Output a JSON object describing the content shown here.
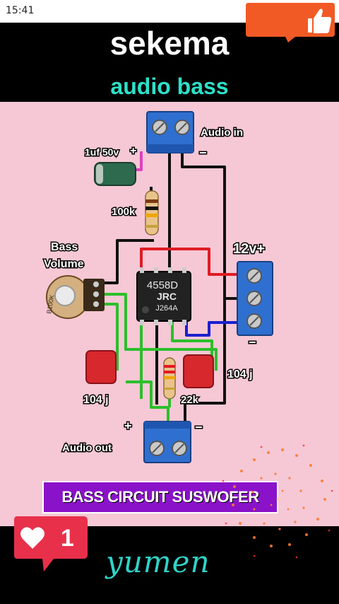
{
  "status_bar": {
    "time": "15:41"
  },
  "header": {
    "title": "sekema",
    "subtitle": "audio bass"
  },
  "diagram": {
    "labels": {
      "audio_in": "Audio in",
      "capacitor": "1uf 50v",
      "resistor_top": "100k",
      "bass_volume_line1": "Bass",
      "bass_volume_line2": "Volume",
      "pot_marking": "B100K",
      "supply": "12v+",
      "cap_left": "104 j",
      "cap_right": "104 j",
      "resistor_bottom": "22k",
      "audio_out": "Audio out",
      "plus": "+",
      "minus": "−"
    },
    "ic": {
      "line1": "4558D",
      "line2": "JRC",
      "line3": "J264A"
    }
  },
  "banner": {
    "text": "BASS CIRCUIT SUSWOFER"
  },
  "brand": {
    "name": "yumen"
  },
  "heart_badge": {
    "count": "1"
  },
  "colors": {
    "board": "#f6c8d6",
    "title_accent": "#2de0c8",
    "banner": "#8a12c8",
    "terminal": "#2f6fd0",
    "like_badge": "#f15a24",
    "heart_badge": "#e8304a"
  }
}
